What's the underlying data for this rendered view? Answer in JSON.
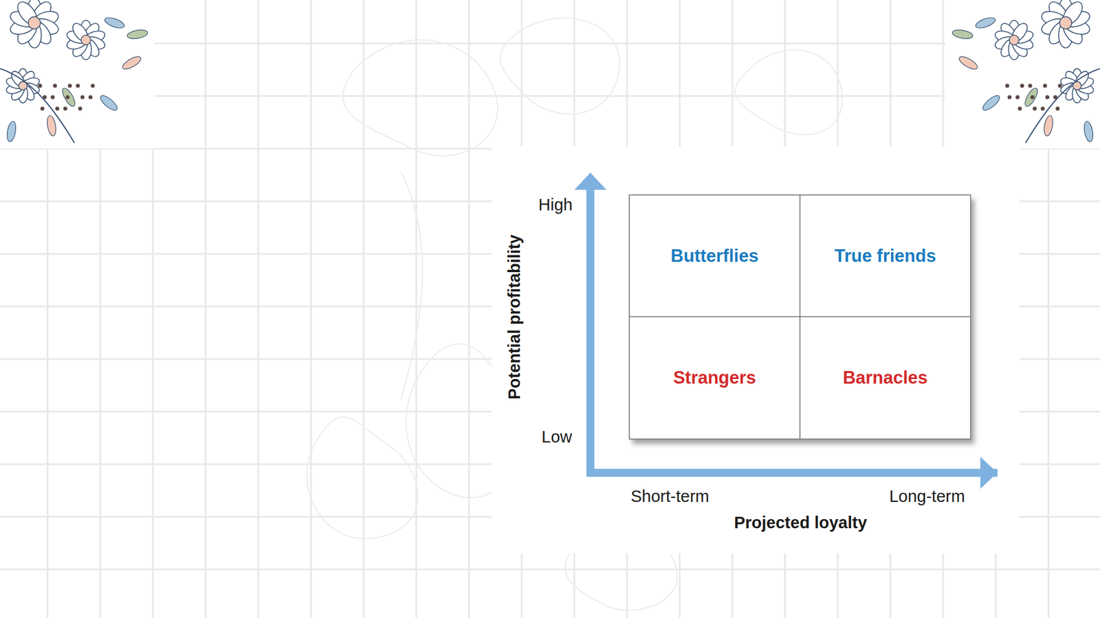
{
  "diagram": {
    "nodes": [
      {
        "text": [
          "Butterflies"
        ]
      },
      {
        "text": [
          "True friends"
        ]
      },
      {
        "text": [
          "Strangers"
        ]
      },
      {
        "text": [
          "Barnacles"
        ]
      }
    ],
    "labels": [
      "High",
      "Low",
      "Potential profitability",
      "Short-term",
      "Long-term",
      "Projected loyalty"
    ]
  }
}
